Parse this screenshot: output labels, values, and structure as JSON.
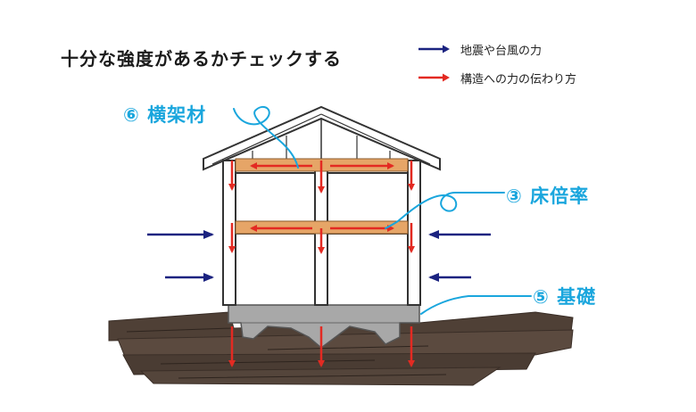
{
  "title": "十分な強度があるかチェックする",
  "legend": {
    "items": [
      {
        "label": "地震や台風の力",
        "color": "#1b2380"
      },
      {
        "label": "構造への力の伝わり方",
        "color": "#e32a22"
      }
    ]
  },
  "callouts": {
    "yokoga": "⑥ 横架材",
    "floor": "③ 床倍率",
    "foundation": "⑤ 基礎"
  },
  "colors": {
    "accent": "#1aa6dd",
    "force_arrow": "#1b2380",
    "load_arrow": "#e32a22",
    "beam": "#e6a567",
    "ground": "#5a4a40"
  }
}
